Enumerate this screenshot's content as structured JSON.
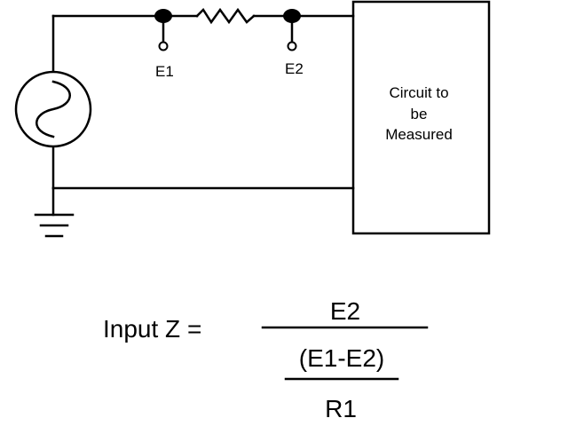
{
  "circuit": {
    "probe_labels": [
      "E1",
      "E2"
    ],
    "box_label_lines": [
      "Circuit to",
      "be",
      "Measured"
    ]
  },
  "formula": {
    "lhs": "Input Z =",
    "numerator": "E2",
    "inner_numerator": "(E1-E2)",
    "inner_denominator": "R1"
  },
  "icons": {
    "source": "ac-source-icon",
    "ground": "ground-icon",
    "resistor": "resistor-icon"
  }
}
